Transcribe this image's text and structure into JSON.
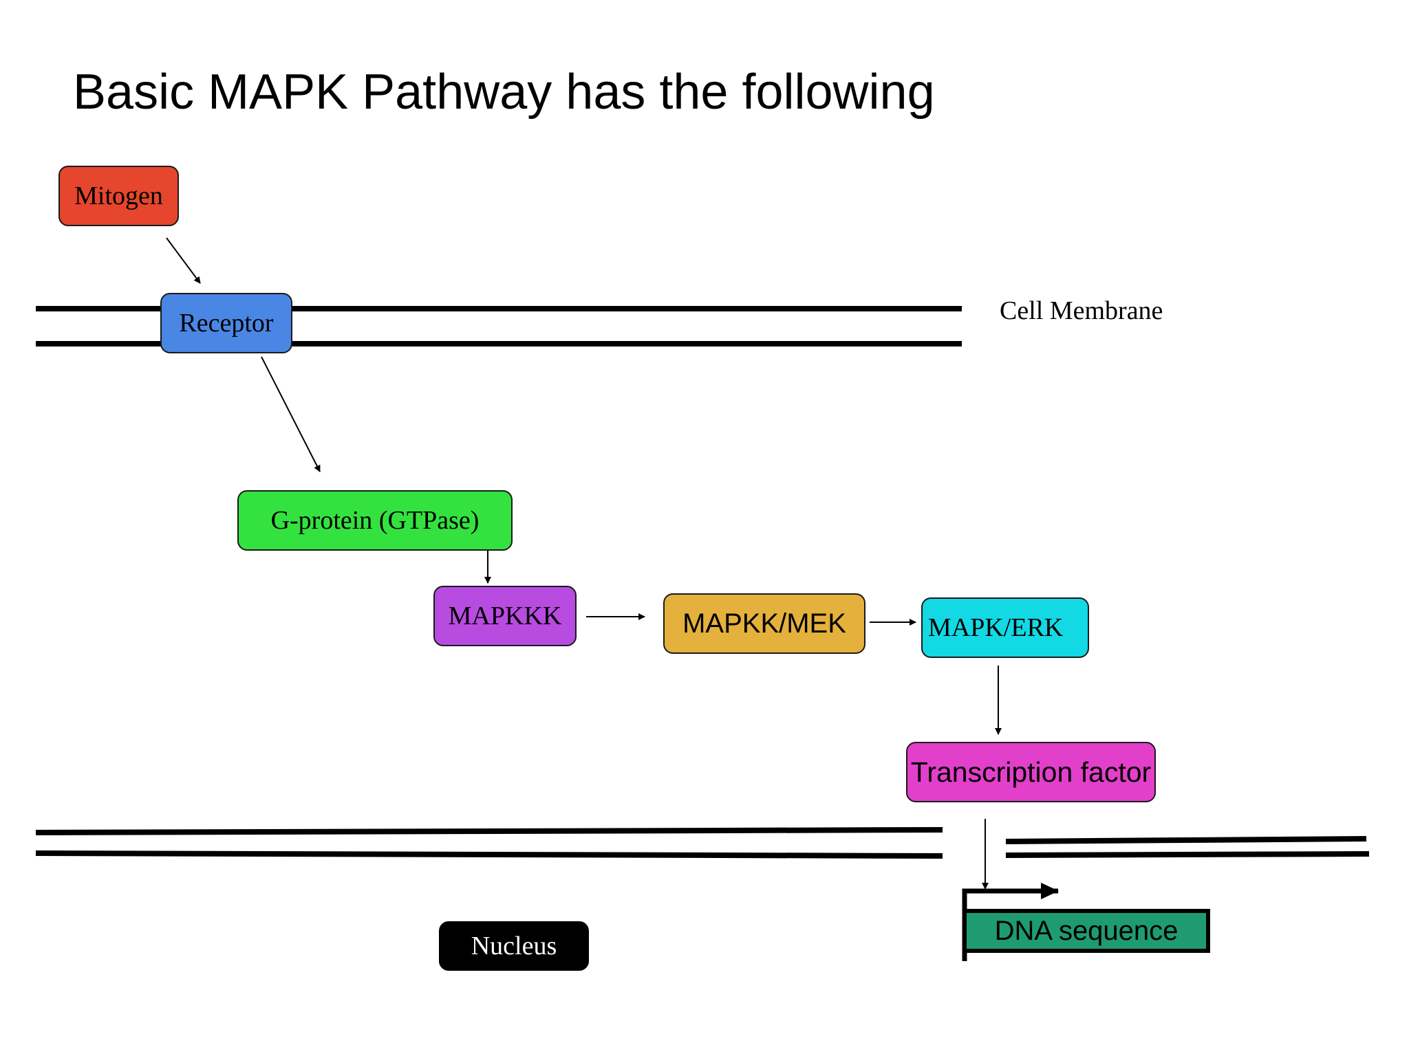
{
  "title": "Basic MAPK Pathway has the following",
  "membrane_label": "Cell Membrane",
  "nodes": {
    "mitogen": {
      "label": "Mitogen",
      "color": "#E5462D"
    },
    "receptor": {
      "label": "Receptor",
      "color": "#4A86E4"
    },
    "gprotein": {
      "label": "G-protein (GTPase)",
      "color": "#34E23F"
    },
    "mapkkk": {
      "label": "MAPKKK",
      "color": "#B84BE0"
    },
    "mapkk": {
      "label": "MAPKK/MEK",
      "color": "#E4B13D"
    },
    "mapk": {
      "label": "MAPK/ERK",
      "color": "#12D9E4"
    },
    "tf": {
      "label": "Transcription factor",
      "color": "#E23FCB"
    },
    "nucleus": {
      "label": "Nucleus",
      "color": "#000000"
    },
    "dna": {
      "label": "DNA sequence",
      "color": "#1F9B72"
    }
  },
  "edges": [
    {
      "from": "Mitogen",
      "to": "Receptor"
    },
    {
      "from": "Receptor",
      "to": "G-protein (GTPase)"
    },
    {
      "from": "G-protein (GTPase)",
      "to": "MAPKKK"
    },
    {
      "from": "MAPKKK",
      "to": "MAPKK/MEK"
    },
    {
      "from": "MAPKK/MEK",
      "to": "MAPK/ERK"
    },
    {
      "from": "MAPK/ERK",
      "to": "Transcription factor"
    },
    {
      "from": "Transcription factor",
      "to": "DNA sequence"
    }
  ]
}
